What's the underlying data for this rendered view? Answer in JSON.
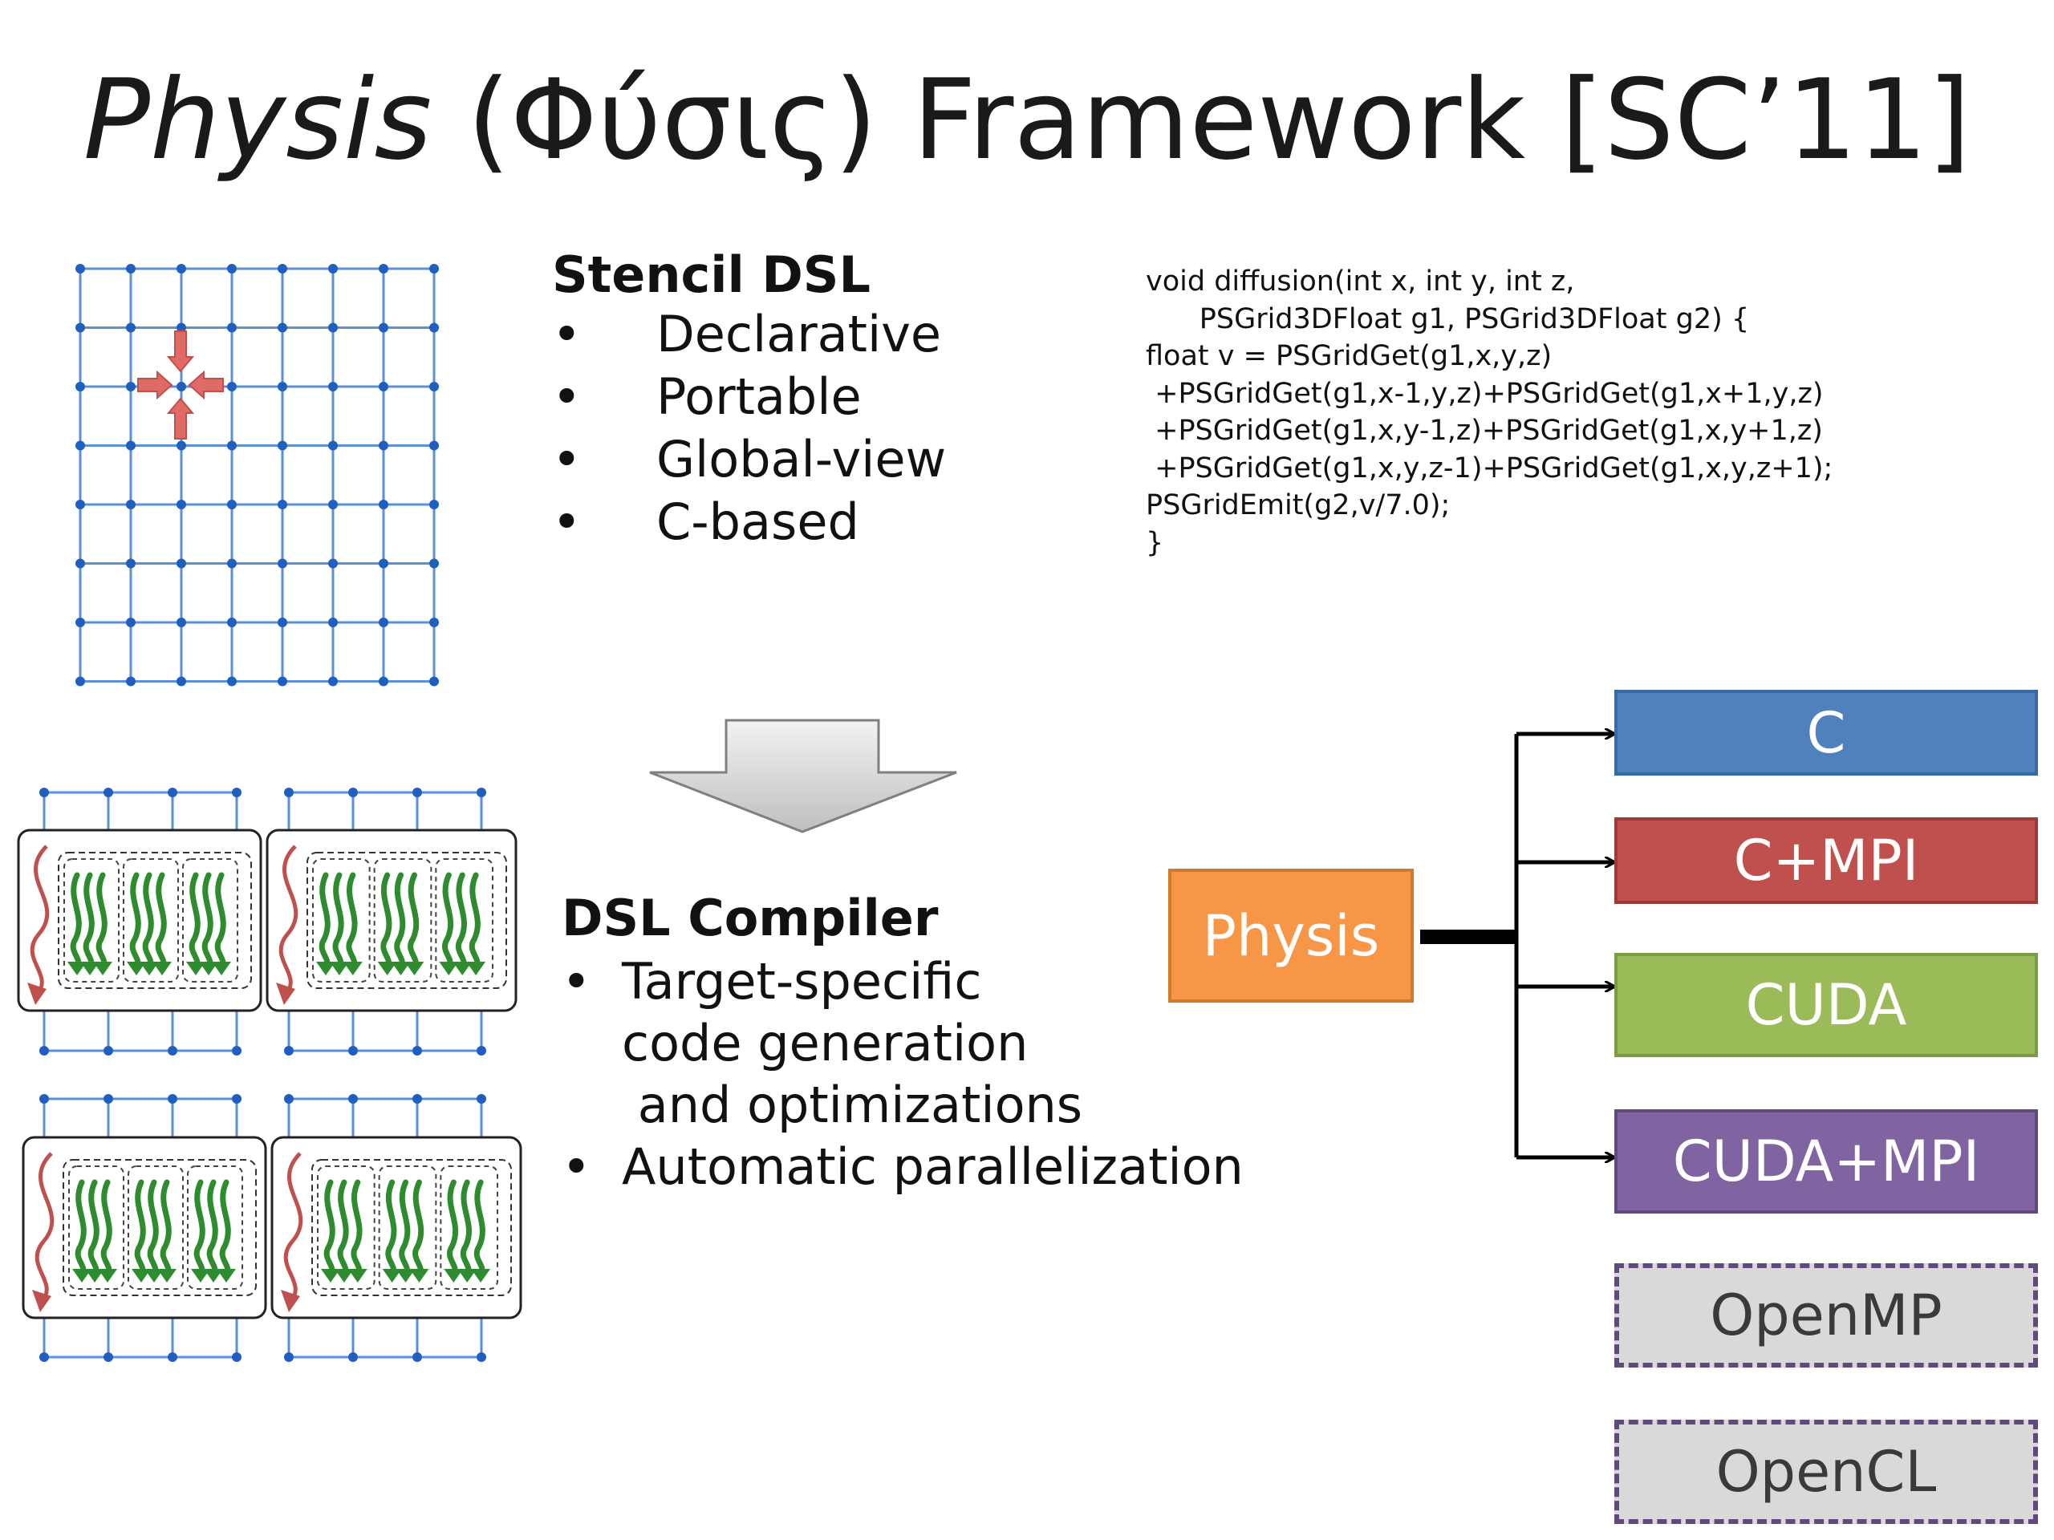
{
  "title": {
    "italic": "Physis",
    "rest": " (Φύσις) Framework [SC’11]"
  },
  "stencil": {
    "heading": "Stencil DSL",
    "bullet": "•",
    "items": [
      "Declarative",
      "Portable",
      "Global-view",
      "C-based"
    ]
  },
  "code": {
    "lines": [
      "void diffusion(int x, int y, int z,",
      "      PSGrid3DFloat g1, PSGrid3DFloat g2) {",
      "float v = PSGridGet(g1,x,y,z)",
      " +PSGridGet(g1,x-1,y,z)+PSGridGet(g1,x+1,y,z)",
      " +PSGridGet(g1,x,y-1,z)+PSGridGet(g1,x,y+1,z)",
      " +PSGridGet(g1,x,y,z-1)+PSGridGet(g1,x,y,z+1);",
      "PSGridEmit(g2,v/7.0);",
      "}"
    ]
  },
  "compiler": {
    "heading": "DSL Compiler",
    "bullet": "•",
    "items": [
      "Target-specific",
      "code generation",
      " and optimizations",
      "Automatic parallelization"
    ]
  },
  "physis_box": {
    "label": "Physis",
    "color": "#f79646"
  },
  "targets": [
    {
      "label": "C",
      "color": "#4f81bd"
    },
    {
      "label": "C+MPI",
      "color": "#c0504d"
    },
    {
      "label": "CUDA",
      "color": "#9bbb59"
    },
    {
      "label": "CUDA+MPI",
      "color": "#8064a2"
    },
    {
      "label": "OpenMP",
      "color": "#d9d9d9"
    },
    {
      "label": "OpenCL",
      "color": "#d9d9d9"
    }
  ],
  "colors": {
    "grid_line": "#5b8fd6",
    "grid_node": "#1f5fc0",
    "arrow_red": "#d9534f",
    "green": "#2e8b2e",
    "dashed_border": "#604a7b"
  }
}
